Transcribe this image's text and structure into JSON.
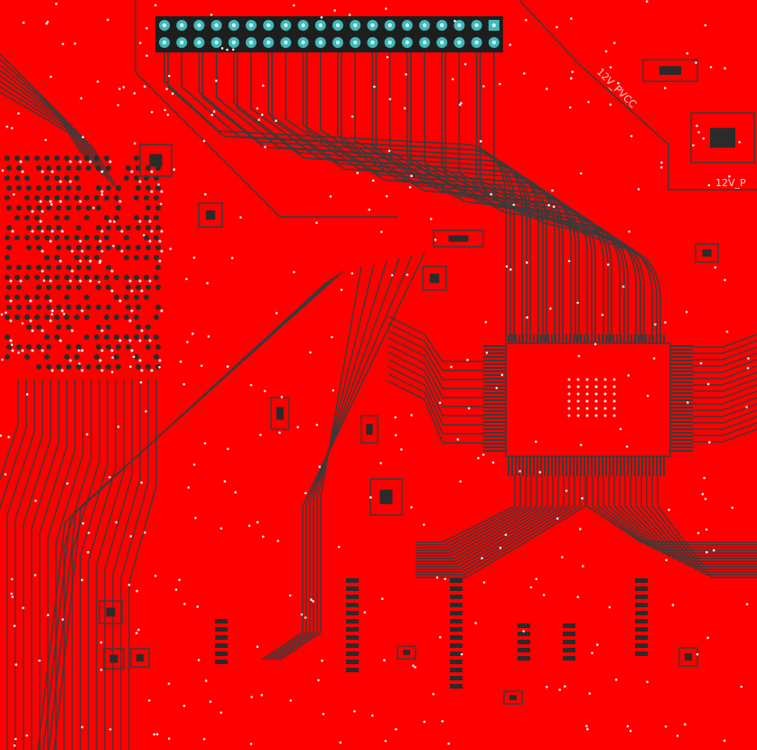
{
  "board": {
    "copper_color": "#ff0000",
    "trace_color": "#3a3a3a",
    "pad_color": "#2b2b2b",
    "pin_fill": "#3fb8b8",
    "via_color": "#f3f3f3",
    "label_color": "#ffd0d0"
  },
  "net_labels": {
    "pvcc_top": "12V_PVCC",
    "pvcc_right": "12V_P"
  },
  "header": {
    "rows": 2,
    "columns": 20
  }
}
